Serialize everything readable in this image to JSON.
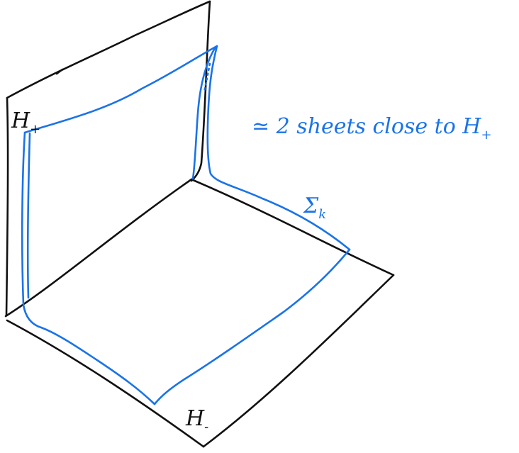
{
  "labels": {
    "h_plus": "H",
    "h_plus_sub": "+",
    "h_minus": "H",
    "h_minus_sub": "-",
    "sigma": "Σ",
    "sigma_sub": "k",
    "annotation_prefix": "≃ 2 sheets close to H",
    "annotation_sub": "+"
  },
  "colors": {
    "planes": "#111111",
    "surface": "#1a73e8"
  }
}
